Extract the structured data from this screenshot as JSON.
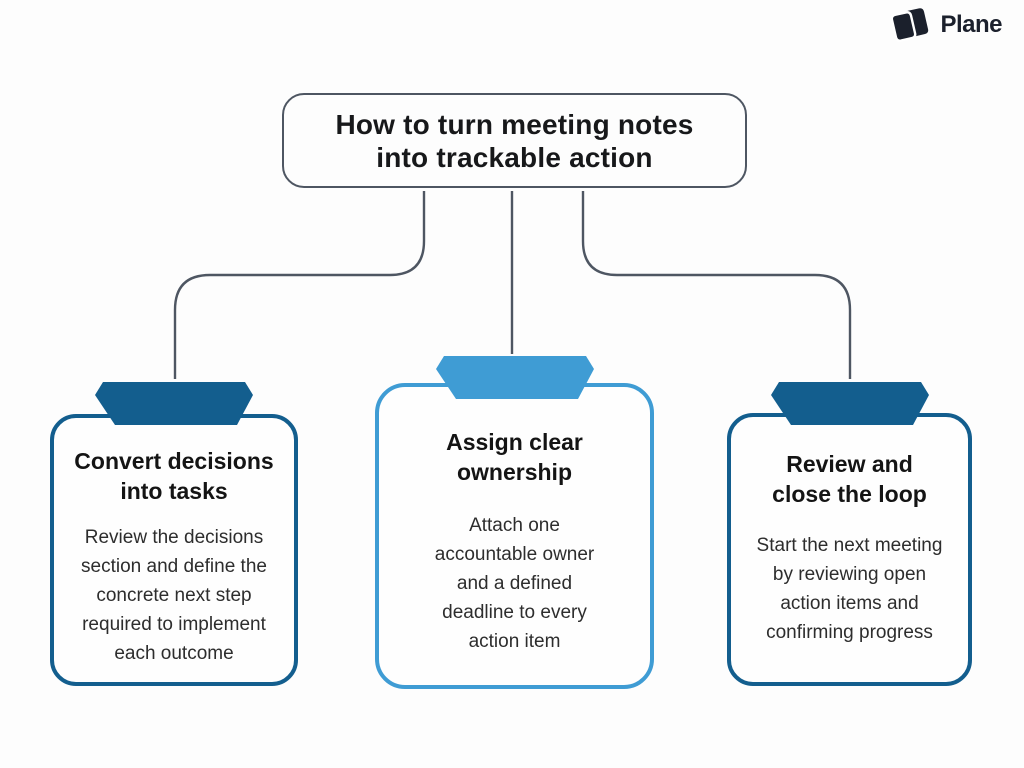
{
  "brand": {
    "name": "Plane",
    "logo_icon": "plane-layers-mark"
  },
  "title": {
    "text": "How to turn meeting notes\ninto trackable action"
  },
  "cards": [
    {
      "id": "convert-decisions",
      "heading": "Convert decisions\ninto tasks",
      "body": "Review the decisions\nsection and define the\nconcrete next step\nrequired to implement\neach outcome",
      "accent": "#135E8E"
    },
    {
      "id": "assign-ownership",
      "heading": "Assign clear\nownership",
      "body": "Attach one\naccountable owner\nand a defined\ndeadline to every\naction item",
      "accent": "#3F9CD4"
    },
    {
      "id": "review-loop",
      "heading": "Review and\nclose the loop",
      "body": "Start the next meeting\nby reviewing open\naction items and\nconfirming progress",
      "accent": "#135E8E"
    }
  ],
  "colors": {
    "accent_dark": "#135E8E",
    "accent_light": "#3F9CD4",
    "connector": "#4E5662",
    "title_border": "#4E5662",
    "text": "#1F2124",
    "logo": "#1B202C",
    "background": "#FDFDFD"
  }
}
